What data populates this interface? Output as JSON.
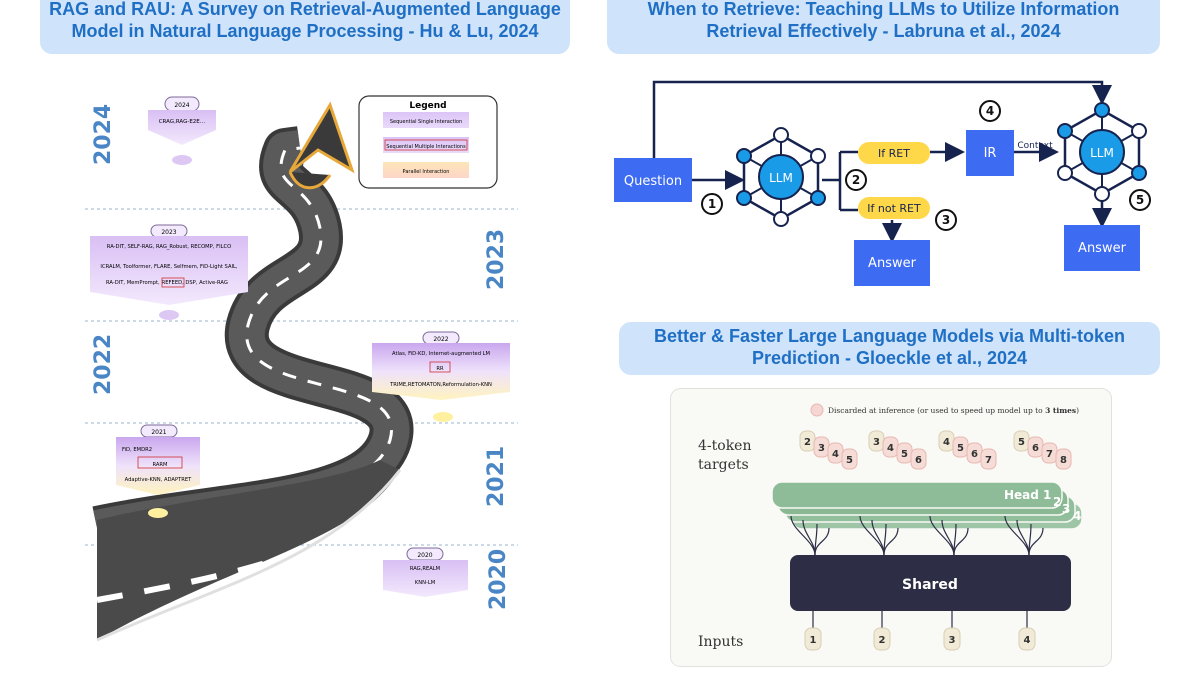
{
  "panels": {
    "survey": {
      "title_line1": "RAG and RAU: A Survey on Retrieval-Augmented Language",
      "title_line2": "Model in Natural Language Processing - Hu & Lu, 2024",
      "years": [
        "2024",
        "2023",
        "2022",
        "2021",
        "2020"
      ],
      "legend": {
        "title": "Legend",
        "items": [
          "Sequential Single Interaction",
          "Sequential Multiple Interactions",
          "Parallel Interaction"
        ]
      },
      "cards": {
        "y2024": {
          "year": "2024",
          "lines": [
            "CRAG,RAG-E2E…"
          ]
        },
        "y2023": {
          "year": "2023",
          "lines": [
            "RA-DIT, SELF-RAG, RAG_Robust, RECOMP, FILCO",
            "ICRALM, Toolformer, FLARE, Selfmem, FiD-Light SAIL,"
          ],
          "line3a": "RA-DIT, MemPrompt,",
          "line3b": "REFEED",
          "line3c": ", DSP, Active-RAG"
        },
        "y2022": {
          "year": "2022",
          "lines": [
            "Atlas, FiD-KD, Internet-augmented LM",
            "RR",
            "TRIME,RETOMATON,Reformulation-KNN"
          ]
        },
        "y2021": {
          "year": "2021",
          "lines": [
            "FiD, EMDR2",
            "RARM",
            "Adaptive-KNN, ADAPTRET"
          ]
        },
        "y2020": {
          "year": "2020",
          "lines": [
            "RAG,REALM",
            "KNN-LM"
          ]
        }
      }
    },
    "retrieve": {
      "title_line1": "When to Retrieve: Teaching LLMs to Utilize Information",
      "title_line2": "Retrieval Effectively - Labruna et al., 2024",
      "question": "Question",
      "llm": "LLM",
      "if_ret": "If RET",
      "if_not_ret": "If not RET",
      "ir": "IR",
      "context": "Context",
      "answer": "Answer",
      "steps": [
        "1",
        "2",
        "3",
        "4",
        "5"
      ]
    },
    "multitoken": {
      "title_line1": "Better & Faster Large Language Models via Multi-token",
      "title_line2": "Prediction - Gloeckle et al., 2024",
      "legend_prefix": "Discarded at inference (or used to speed up model up to ",
      "legend_bold": "3 times",
      "legend_suffix": ")",
      "targets_line1": "4-token",
      "targets_line2": "targets",
      "inputs_label": "Inputs",
      "shared": "Shared",
      "head_label": "Head 1",
      "head_numbers": [
        "2",
        "3",
        "4"
      ],
      "inputs": [
        "1",
        "2",
        "3",
        "4"
      ],
      "target_groups": [
        [
          "2",
          "3",
          "4",
          "5"
        ],
        [
          "3",
          "4",
          "5",
          "6"
        ],
        [
          "4",
          "5",
          "6",
          "7"
        ],
        [
          "5",
          "6",
          "7",
          "8"
        ]
      ]
    }
  },
  "colors": {
    "banner_bg": "#cfe3fb",
    "banner_text": "#1f6fc4",
    "node_blue": "#1a9be8",
    "box_blue": "#3d6bf2",
    "pill_yellow": "#ffd84a",
    "head_green": "#8fbc98",
    "shared_dark": "#2d2e45",
    "year_blue": "#4a86c5"
  }
}
